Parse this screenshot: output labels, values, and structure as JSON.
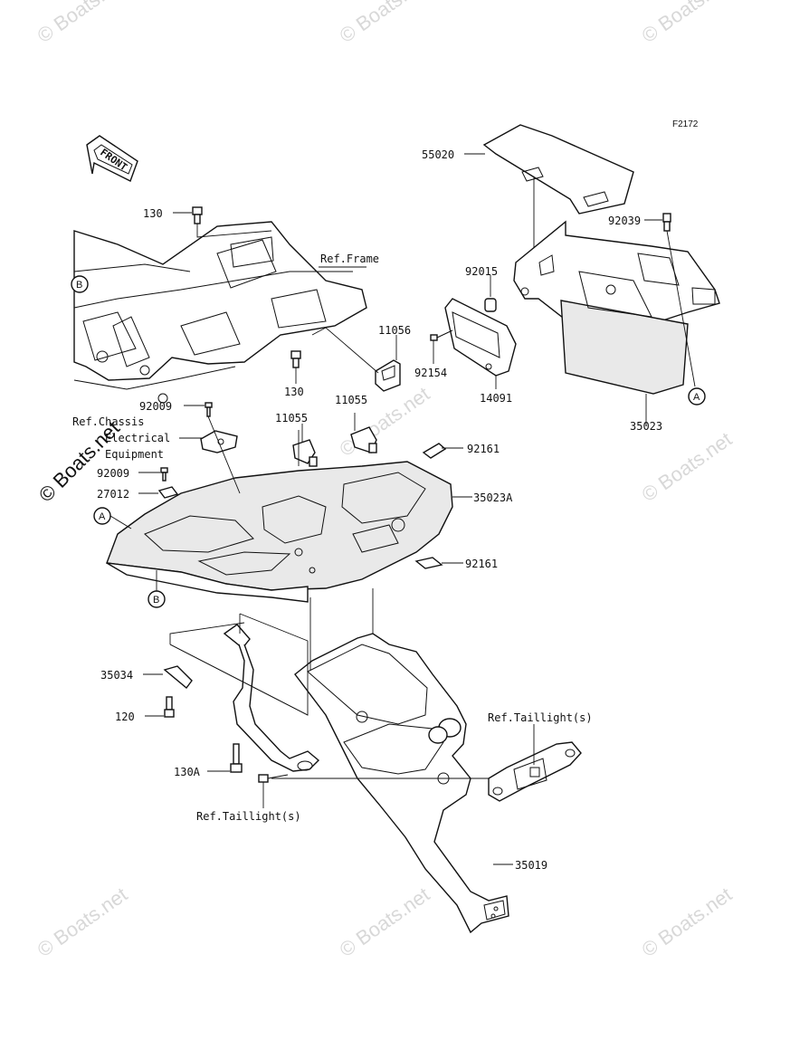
{
  "diagram_code": "F2172",
  "orientation_label": "FRONT",
  "watermarks": [
    "© Boats.net",
    "© Boats.net",
    "© Boats.net",
    "© Boats.net",
    "© Boats.net",
    "© Boats.net",
    "© Boats.net",
    "© Boats.net"
  ],
  "part_numbers": [
    "55020",
    "130",
    "92039",
    "92015",
    "11056",
    "92154",
    "14091",
    "35023",
    "130",
    "92009",
    "11055",
    "11055",
    "92161",
    "92009",
    "27012",
    "35023A",
    "92161",
    "35034",
    "120",
    "130A",
    "35019"
  ],
  "references": [
    "Ref.Frame",
    "Ref.Chassis",
    "Electrical",
    "Equipment",
    "Ref.Taillight(s)",
    "Ref.Taillight(s)"
  ],
  "callout_markers": [
    "B",
    "A",
    "A",
    "B"
  ]
}
